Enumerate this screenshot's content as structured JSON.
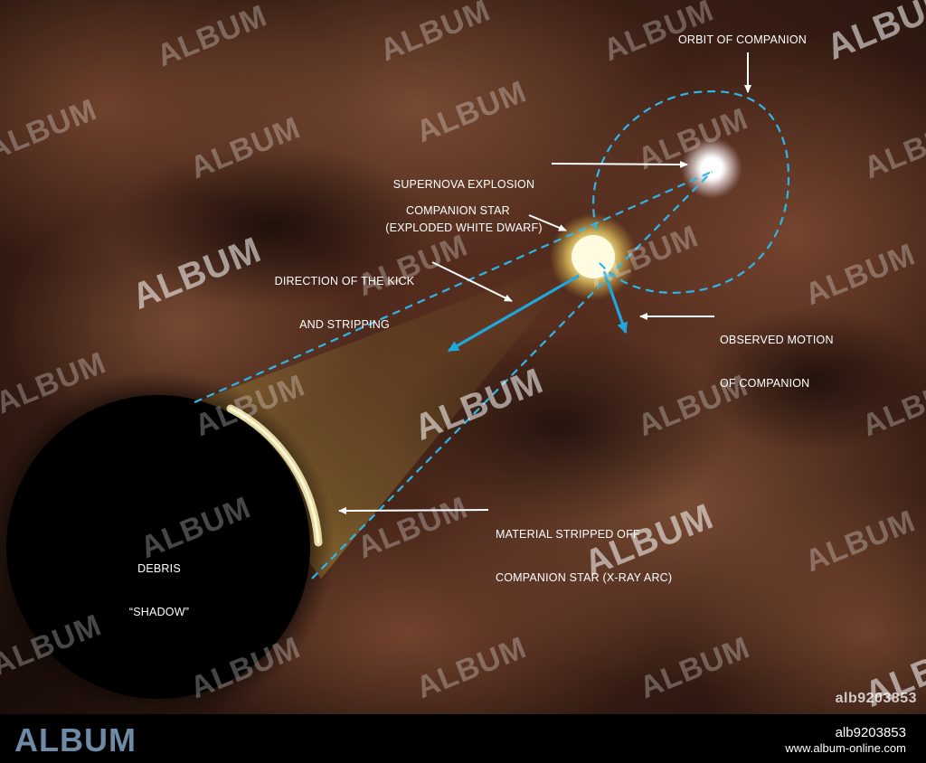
{
  "labels": {
    "orbit": "ORBIT OF COMPANION",
    "supernova": [
      "SUPERNOVA EXPLOSION",
      "(EXPLODED WHITE DWARF)"
    ],
    "companion_star": "COMPANION STAR",
    "kick": [
      "DIRECTION OF THE KICK",
      "AND STRIPPING"
    ],
    "observed_motion": [
      "OBSERVED MOTION",
      "OF COMPANION"
    ],
    "material": [
      "MATERIAL STRIPPED OFF",
      "COMPANION STAR (X-RAY ARC)"
    ],
    "debris": [
      "DEBRIS",
      "“SHADOW”"
    ]
  },
  "watermark": "ALBUM",
  "image_code": "alb9203853",
  "footer": {
    "brand": "ALBUM",
    "code": "alb9203853",
    "url": "www.album-online.com"
  },
  "colors": {
    "dashed_line": "#2fb6e8",
    "arrow_white": "#ffffff",
    "arrow_blue": "#1fa7e0"
  }
}
